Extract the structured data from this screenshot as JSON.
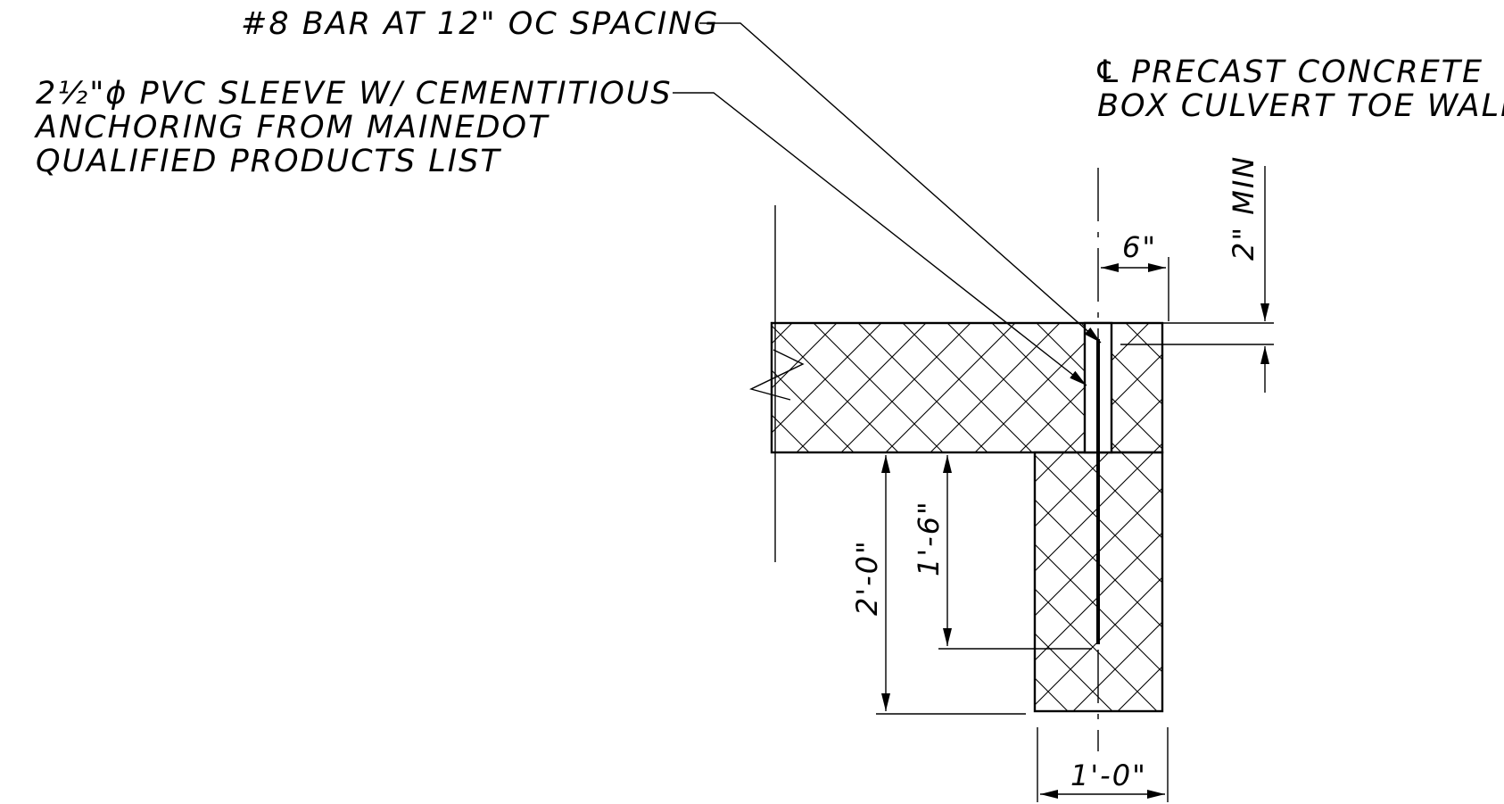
{
  "notes": {
    "bar": "#8 BAR AT 12\" OC SPACING",
    "sleeve_line1": "2½\"ϕ PVC SLEEVE W/ CEMENTITIOUS",
    "sleeve_line2": "ANCHORING FROM MAINEDOT",
    "sleeve_line3": "QUALIFIED PRODUCTS LIST",
    "centerline_symbol": "℄",
    "centerline_line1": "PRECAST CONCRETE",
    "centerline_line2": "BOX CULVERT TOE WALL"
  },
  "dimensions": {
    "sleeve_offset": "6\"",
    "cover_min": "2\" MIN",
    "toe_wall_depth": "2'-0\"",
    "bar_embedment": "1'-6\"",
    "toe_wall_width": "1'-0\""
  }
}
